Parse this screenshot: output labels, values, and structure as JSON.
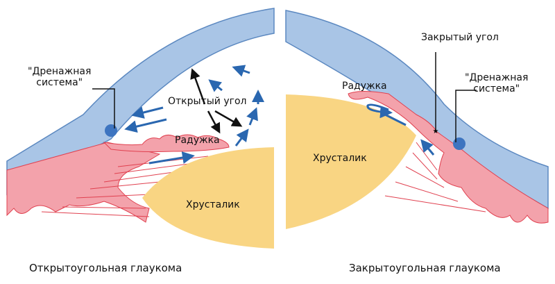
{
  "left_panel": {
    "caption": "Открытоугольная глаукома",
    "drainage_line1": "\"Дренажная",
    "drainage_line2": "система\"",
    "angle_label": "Открытый угол",
    "iris_label": "Радужка",
    "lens_label": "Хрусталик"
  },
  "right_panel": {
    "caption": "Закрытоугольная глаукома",
    "drainage_line1": "\"Дренажная",
    "drainage_line2": "система\"",
    "angle_label": "Закрытый угол",
    "iris_label": "Радужка",
    "lens_label": "Хрусталик"
  },
  "colors": {
    "cornea": "#a9c5e6",
    "cornea_stroke": "#5b88c0",
    "iris": "#f3a2ab",
    "iris_stroke": "#e0404f",
    "lens": "#f9d583",
    "arrow": "#2a67b0",
    "drain": "#3d74c0"
  }
}
